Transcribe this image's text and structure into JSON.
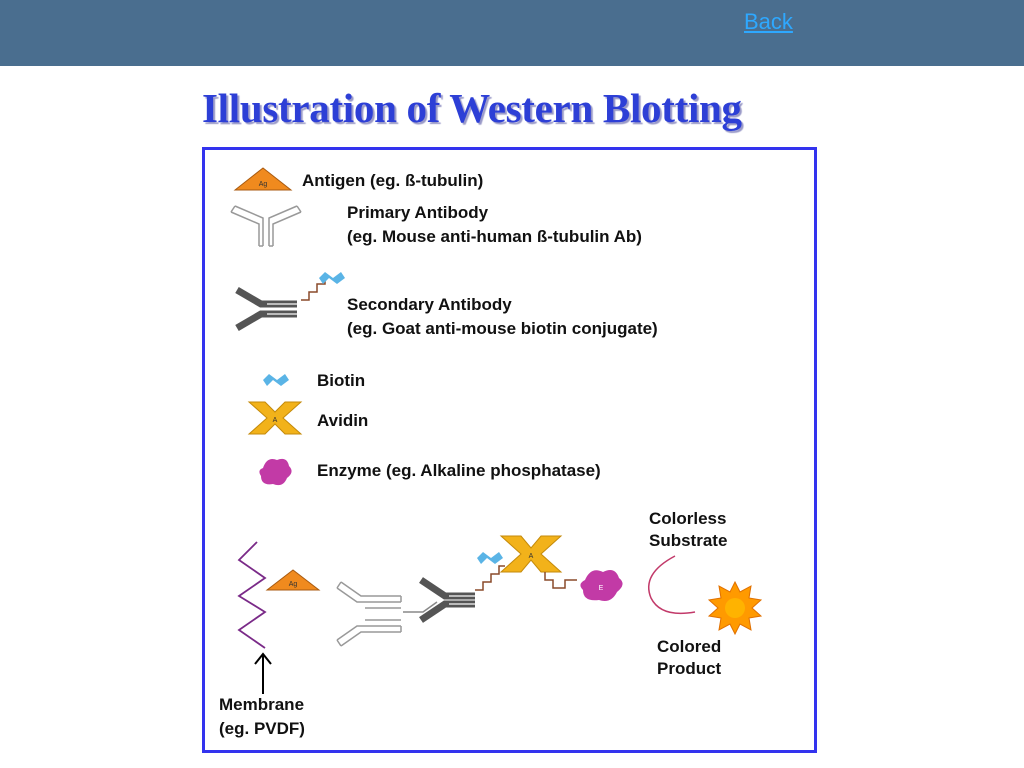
{
  "header": {
    "back_label": "Back",
    "bar_color": "#4a6e8f",
    "link_color": "#2ea8ff"
  },
  "page": {
    "title": "Illustration of Western Blotting",
    "title_color": "#2d3fd6",
    "frame_color": "#3333ee"
  },
  "legend": {
    "antigen": "Antigen (eg. ß-tubulin)",
    "primary_title": "Primary Antibody",
    "primary_example": "(eg. Mouse anti-human ß-tubulin Ab)",
    "secondary_title": "Secondary Antibody",
    "secondary_example": "(eg. Goat anti-mouse biotin conjugate)",
    "biotin": "Biotin",
    "avidin": "Avidin",
    "enzyme": "Enzyme (eg. Alkaline phosphatase)"
  },
  "diagram": {
    "substrate_line1": "Colorless",
    "substrate_line2": "Substrate",
    "product_line1": "Colored",
    "product_line2": "Product",
    "membrane_line1": "Membrane",
    "membrane_line2": "(eg. PVDF)",
    "antigen_tag": "Ag",
    "avidin_tag": "A",
    "enzyme_tag": "E"
  },
  "colors": {
    "antigen": "#f08a1e",
    "avidin": "#f2b21a",
    "biotin": "#5ab4e6",
    "enzyme": "#c23aa6",
    "membrane": "#7a2a88",
    "product": "#ff9a00"
  }
}
